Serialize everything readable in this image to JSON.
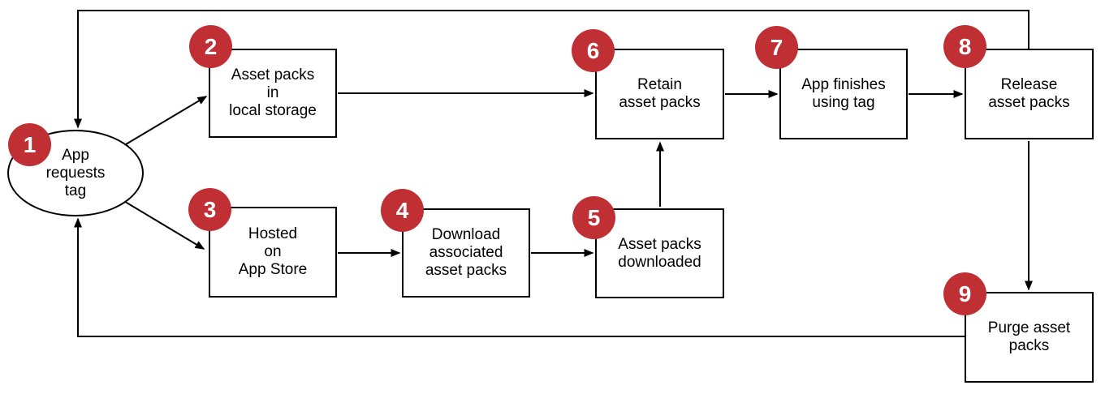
{
  "colors": {
    "badge_fill": "#bf2f34",
    "badge_text": "#ffffff",
    "line": "#000000",
    "node_fill": "#ffffff",
    "node_border": "#000000",
    "background": "#ffffff"
  },
  "diagram": {
    "type": "flowchart",
    "nodes": [
      {
        "badge": "1",
        "label": "App\nrequests\ntag",
        "shape": "ellipse"
      },
      {
        "badge": "2",
        "label": "Asset packs\nin\nlocal storage",
        "shape": "rect"
      },
      {
        "badge": "3",
        "label": "Hosted\non\nApp Store",
        "shape": "rect"
      },
      {
        "badge": "4",
        "label": "Download\nassociated\nasset packs",
        "shape": "rect"
      },
      {
        "badge": "5",
        "label": "Asset packs\ndownloaded",
        "shape": "rect"
      },
      {
        "badge": "6",
        "label": "Retain\nasset packs",
        "shape": "rect"
      },
      {
        "badge": "7",
        "label": "App finishes\nusing tag",
        "shape": "rect"
      },
      {
        "badge": "8",
        "label": "Release\nasset packs",
        "shape": "rect"
      },
      {
        "badge": "9",
        "label": "Purge asset\npacks",
        "shape": "rect"
      }
    ],
    "edges": [
      {
        "from": "1",
        "to": "2"
      },
      {
        "from": "1",
        "to": "3"
      },
      {
        "from": "2",
        "to": "6"
      },
      {
        "from": "3",
        "to": "4"
      },
      {
        "from": "4",
        "to": "5"
      },
      {
        "from": "5",
        "to": "6"
      },
      {
        "from": "6",
        "to": "7"
      },
      {
        "from": "7",
        "to": "8"
      },
      {
        "from": "8",
        "to": "9"
      },
      {
        "from": "8",
        "to": "1"
      },
      {
        "from": "9",
        "to": "1"
      }
    ]
  }
}
